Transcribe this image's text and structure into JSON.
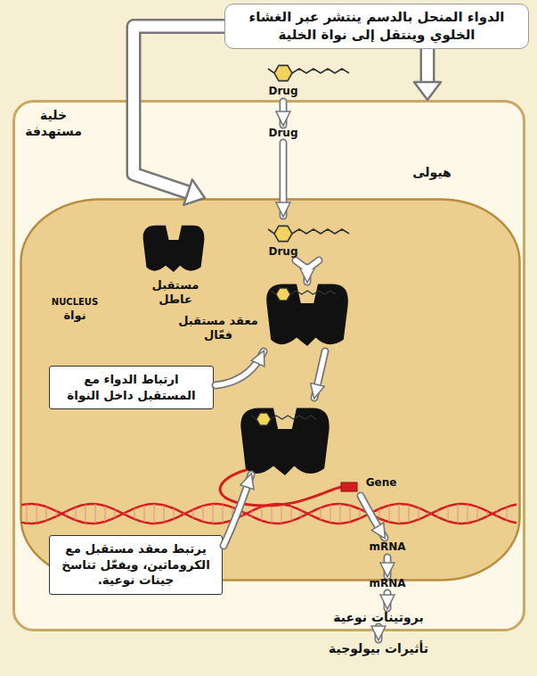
{
  "diagram": {
    "nodes": [
      {
        "text": [
          "خلية مستهدفة",
          "هيولى"
        ]
      },
      {
        "text": [
          "NUCLEUS",
          "نواة"
        ],
        "in": 0
      },
      {
        "text": [
          "الدواء المنحل بالدسم ينتشر عبر الغشاء الخلوي وينتقل إلى نواة الخلية"
        ]
      },
      {
        "text": [
          "ارتباط الدواء مع المستقبل داخل النواة"
        ]
      },
      {
        "text": [
          "يرتبط معقد مستقبل مع الكروماتين، ويفعّل تناسخ جينات نوعية."
        ]
      }
    ],
    "edges": [
      {
        "from": 2,
        "to": 0,
        "arrow": "to"
      },
      {
        "from": 2,
        "to": 1,
        "arrow": "to"
      }
    ],
    "labels": [
      "Drug",
      "Drug",
      "Drug",
      "مستقبل عاطل",
      "معقد مستقبل فعّال",
      "Gene",
      "mRNA",
      "mRNA",
      "بروتينات نوعية",
      "تأثيرات بيولوجية"
    ]
  }
}
